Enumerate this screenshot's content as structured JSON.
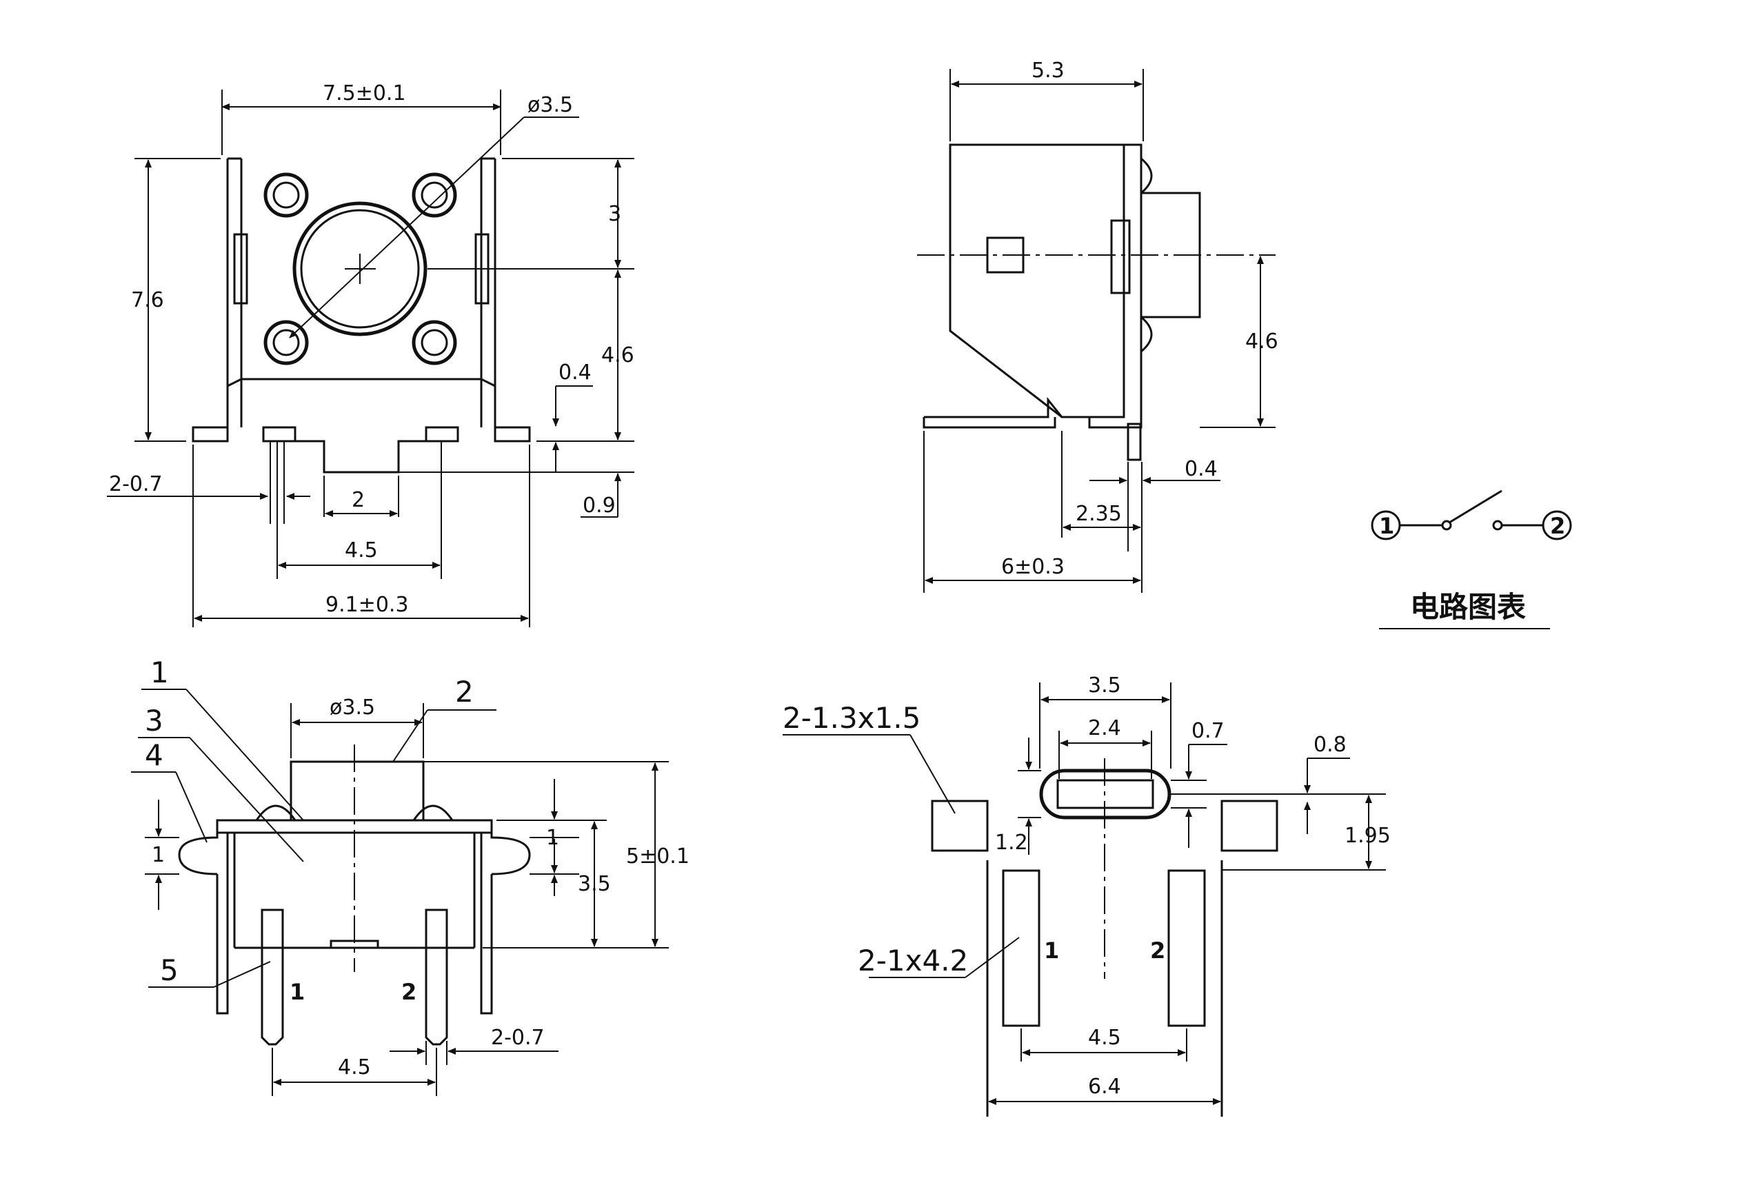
{
  "top_view": {
    "width": "7.5±0.1",
    "diameter": "ø3.5",
    "height": "7.6",
    "top_offset": "3",
    "center_offset": "4.6",
    "tab_thickness": "0.4",
    "pin_width": "2-0.7",
    "center_gap": "2",
    "standoff": "0.9",
    "pin_pitch": "4.5",
    "overall_width": "9.1±0.3"
  },
  "side_view": {
    "depth": "5.3",
    "center_height": "4.6",
    "pin_thickness": "0.4",
    "offset": "2.35",
    "overall_depth": "6±0.3"
  },
  "circuit": {
    "node1": "1",
    "node2": "2",
    "caption": "电路图表"
  },
  "front_view": {
    "diameter": "ø3.5",
    "callout1": "1",
    "callout2": "2",
    "callout3": "3",
    "callout4": "4",
    "callout5": "5",
    "bump_left": "1",
    "bump_right": "1",
    "body_height": "3.5",
    "total_height": "5±0.1",
    "pin1": "1",
    "pin2": "2",
    "pin_pitch": "4.5",
    "pin_width": "2-0.7"
  },
  "footprint": {
    "outer_width": "3.5",
    "inner_width": "2.4",
    "slot_gap": "0.7",
    "edge_gap": "0.8",
    "square_pads": "2-1.3x1.5",
    "slot_height": "1.2",
    "pad_offset": "1.95",
    "rect_pads": "2-1x4.2",
    "pad1": "1",
    "pad2": "2",
    "pad_pitch": "4.5",
    "overall_width": "6.4"
  }
}
